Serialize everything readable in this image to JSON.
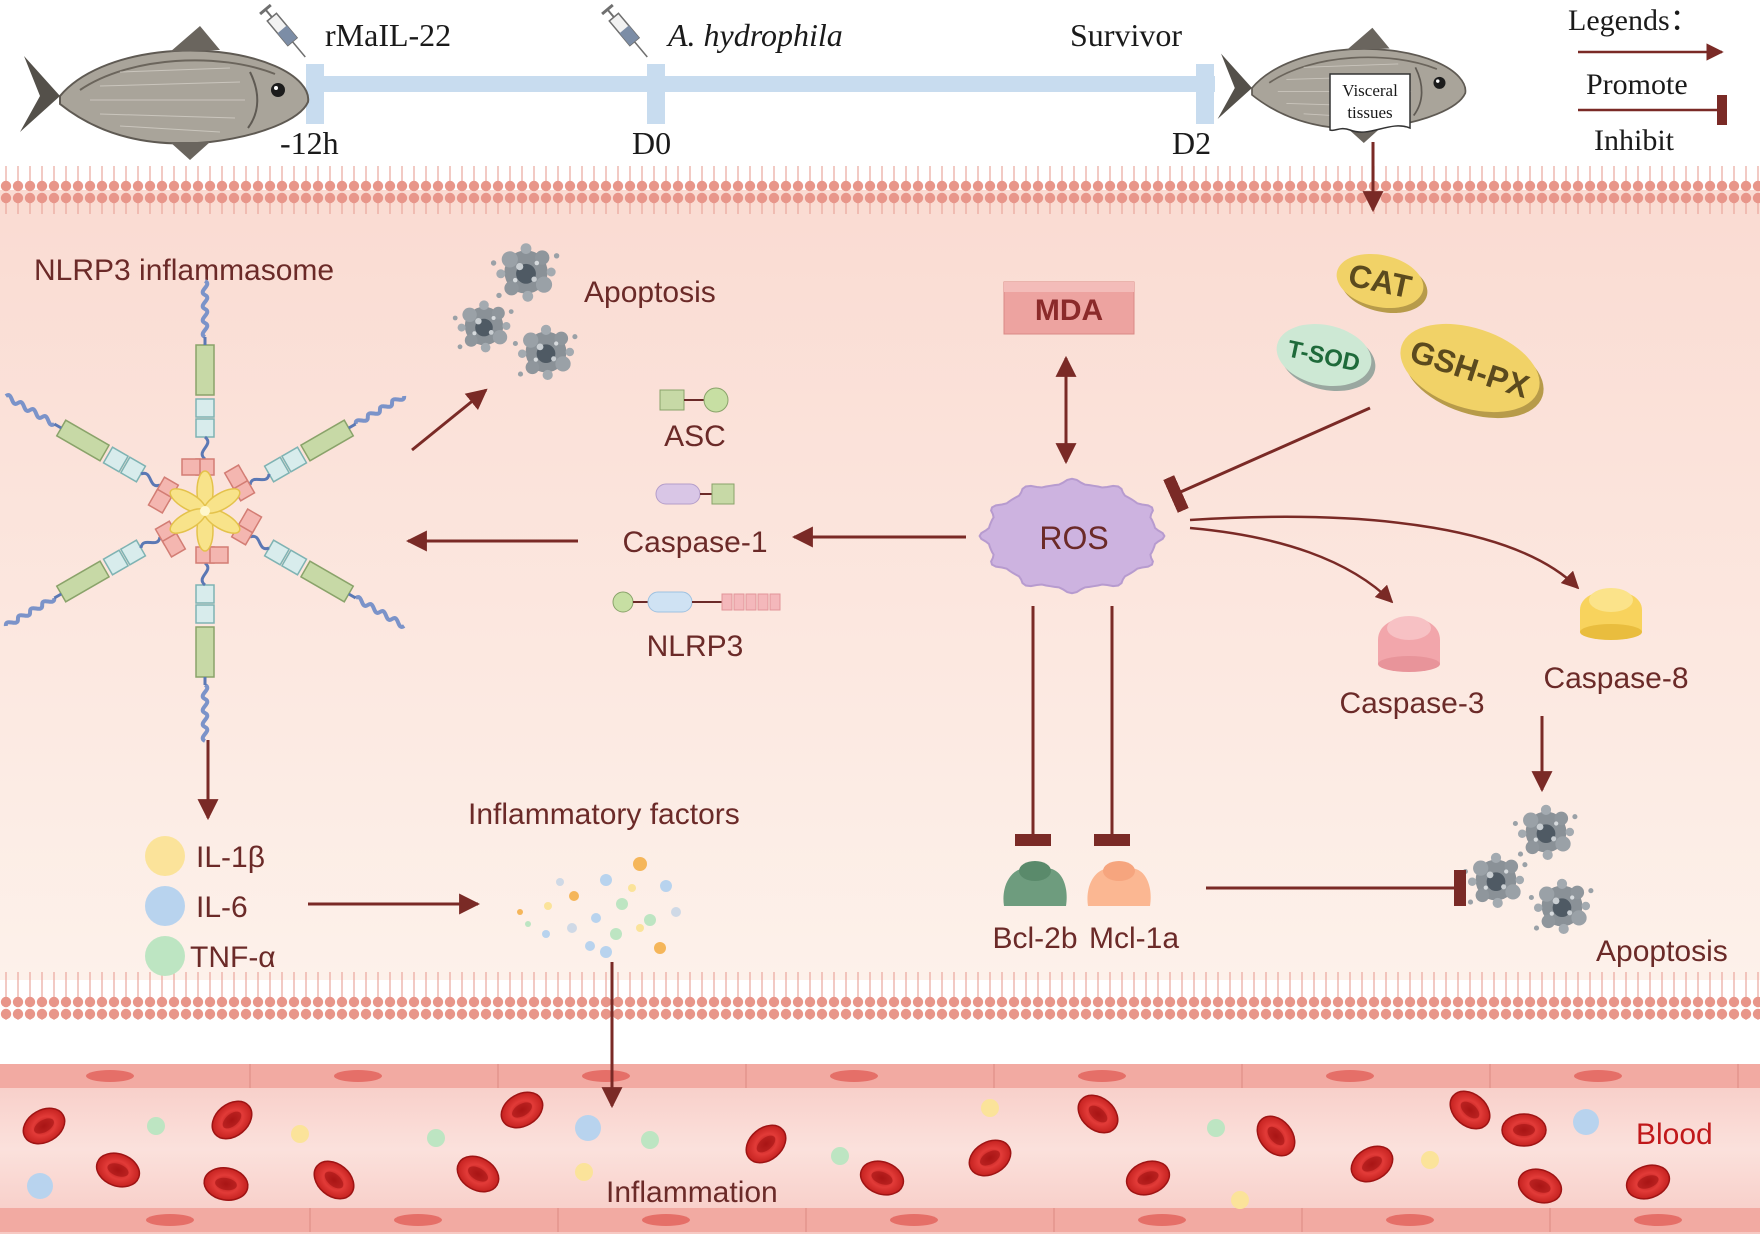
{
  "timeline": {
    "event1": "rMaIL-22",
    "event2": "A. hydrophila",
    "event3": "Survivor",
    "tick1": "-12h",
    "tick2": "D0",
    "tick3": "D2"
  },
  "sample_tag": {
    "line1": "Visceral",
    "line2": "tissues"
  },
  "legend": {
    "title": "Legends：",
    "promote": "Promote",
    "inhibit": "Inhibit"
  },
  "labels": {
    "inflammasome": "NLRP3 inflammasome",
    "apoptosis_top": "Apoptosis",
    "asc": "ASC",
    "caspase1": "Caspase-1",
    "nlrp3": "NLRP3",
    "mda": "MDA",
    "ros": "ROS",
    "cat": "CAT",
    "tsod": "T-SOD",
    "gshpx": "GSH-PX",
    "caspase3": "Caspase-3",
    "caspase8": "Caspase-8",
    "il1b": "IL-1β",
    "il6": "IL-6",
    "tnfa": "TNF-α",
    "inflammatory_factors": "Inflammatory factors",
    "bcl2b": "Bcl-2b",
    "mcl1a": "Mcl-1a",
    "apoptosis_right": "Apoptosis",
    "inflammation": "Inflammation",
    "blood": "Blood"
  },
  "colors": {
    "arrow": "#7a2a26",
    "membrane": "#e8968a",
    "cell_bg": "#fbe6df",
    "timeline_bar": "#c8dcef",
    "blood_cell": "#d92f2f",
    "il1b": "#fbe39a",
    "il6": "#b8d3ee",
    "tnfa": "#bde5c2",
    "cat": "#f1d267",
    "tsod": "#cde8d4",
    "gshpx": "#f1d267",
    "mda": "#eda3a0",
    "ros": "#cdb3e0",
    "caspase3": "#f2a6ab",
    "caspase8": "#f8d35d",
    "bcl2b": "#6e9c7e",
    "mcl1a": "#fbb792",
    "blood_text": "#c0181a"
  },
  "icons": [
    "fish-icon",
    "syringe-icon",
    "apoptotic-cell-icon",
    "inflammasome-icon",
    "red-blood-cell-icon"
  ]
}
